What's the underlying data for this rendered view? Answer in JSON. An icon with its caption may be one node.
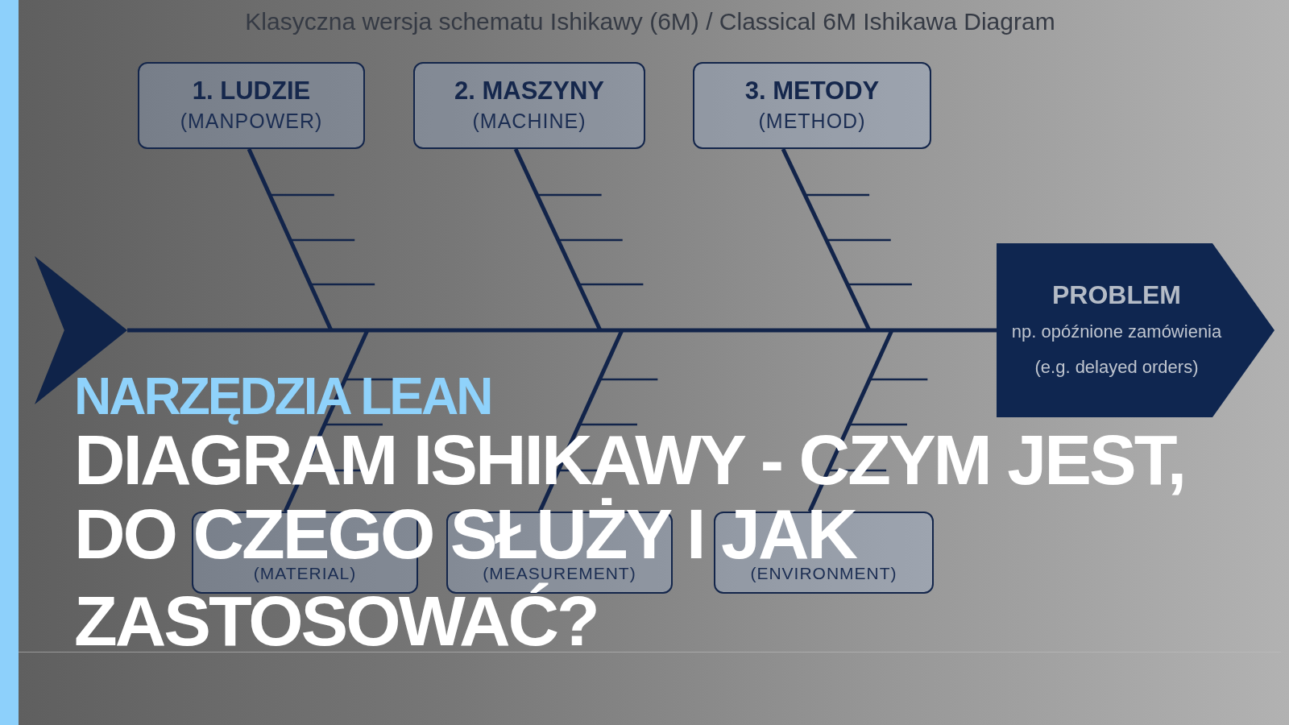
{
  "diagram": {
    "title": "Klasyczna wersja schematu Ishikawy (6M) / Classical 6M Ishikawa Diagram",
    "nodes": [
      {
        "text": [
          "1. LUDZIE",
          "(MANPOWER)"
        ]
      },
      {
        "text": [
          "2. MASZYNY",
          "(MACHINE)"
        ]
      },
      {
        "text": [
          "3. METODY",
          "(METHOD)"
        ]
      },
      {
        "text": [],
        "shape": "triangle"
      },
      {
        "text": [
          "PROBLEM",
          "np. opóźnione zamówienia",
          "(e.g. delayed orders)"
        ]
      },
      {
        "text": [
          "(MATERIAL)"
        ]
      },
      {
        "text": [
          "(MEASUREMENT)"
        ]
      },
      {
        "text": [
          "(ENVIRONMENT)"
        ]
      }
    ],
    "edges": [
      {
        "from": 3,
        "to": 4,
        "arrow": "none"
      },
      {
        "from": 0,
        "to": 4,
        "arrow": "none"
      },
      {
        "from": 1,
        "to": 4,
        "arrow": "none"
      },
      {
        "from": 2,
        "to": 4,
        "arrow": "none"
      },
      {
        "from": 5,
        "to": 4,
        "arrow": "none"
      },
      {
        "from": 6,
        "to": 4,
        "arrow": "none"
      },
      {
        "from": 7,
        "to": 4,
        "arrow": "none"
      }
    ],
    "labels": [
      "NARZĘDZIA LEAN",
      "DIAGRAM ISHIKAWY - CZYM JEST,",
      "DO CZEGO SŁUŻY I JAK",
      "ZASTOSOWAĆ?"
    ]
  }
}
